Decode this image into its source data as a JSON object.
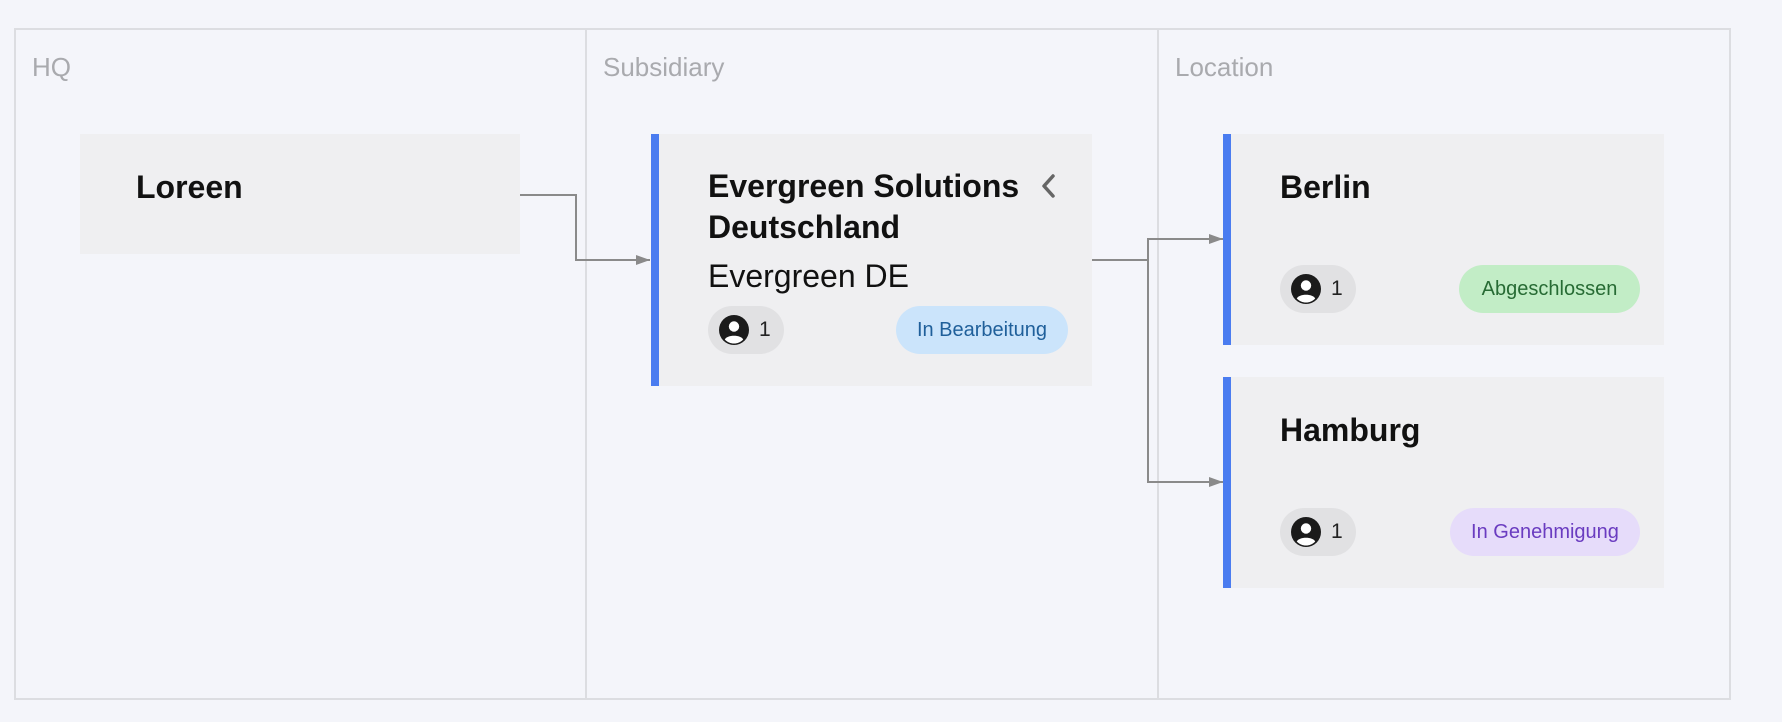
{
  "columns": {
    "hq": {
      "title": "HQ"
    },
    "subsidiary": {
      "title": "Subsidiary"
    },
    "location": {
      "title": "Location"
    }
  },
  "cards": {
    "loreen": {
      "title": "Loreen"
    },
    "evergreen": {
      "title_line1": "Evergreen Solutions",
      "title_line2": "Deutschland",
      "subtitle": "Evergreen DE",
      "count": "1",
      "status": "In Bearbeitung",
      "status_color": "#cbe4fb"
    },
    "berlin": {
      "title": "Berlin",
      "count": "1",
      "status": "Abgeschlossen",
      "status_color": "#c2edc6"
    },
    "hamburg": {
      "title": "Hamburg",
      "count": "1",
      "status": "In Genehmigung",
      "status_color": "#e6dcfa"
    }
  },
  "icons": {
    "collapse": "chevron-left-icon",
    "user": "user-circle-icon"
  },
  "colors": {
    "accent": "#4a7cf0",
    "connector": "#8a8a8a",
    "card_background": "#efeff1",
    "canvas_background": "#f4f5fa"
  }
}
